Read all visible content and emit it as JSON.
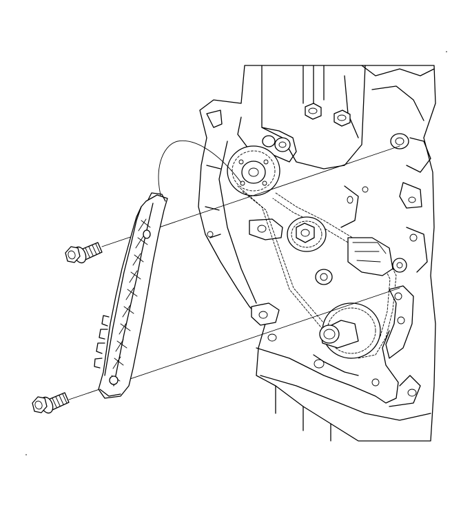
{
  "figure": {
    "background": "#ffffff",
    "line_color": "#000000",
    "components": [
      "engine-block",
      "timing-chain-guide",
      "upper-guide-bolt",
      "lower-guide-bolt",
      "crankshaft-sprocket",
      "camshaft-sprocket",
      "chain-tensioner"
    ]
  }
}
